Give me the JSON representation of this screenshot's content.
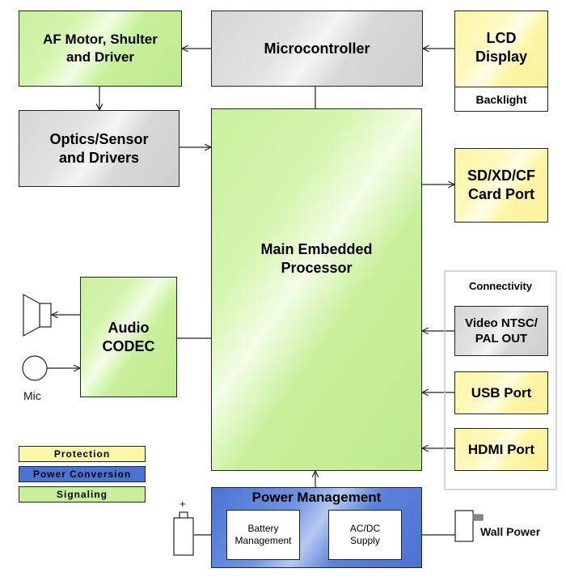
{
  "blocks": {
    "af_motor": "AF Motor, Shulter and Driver",
    "microcontroller": "Microcontroller",
    "lcd_display": "LCD Display",
    "backlight": "Backlight",
    "optics_sensor": "Optics/Sensor and Drivers",
    "main_processor": "Main Embedded Processor",
    "sd_card": "SD/XD/CF Card Port",
    "audio_codec": "Audio CODEC",
    "connectivity": "Connectivity",
    "video_out": "Video NTSC/ PAL OUT",
    "usb_port": "USB Port",
    "hdmi_port": "HDMI Port",
    "power_management": "Power Management",
    "battery_management": "Battery Management",
    "acdc_supply": "AC/DC Supply",
    "wall_power": "Wall Power",
    "mic": "Mic",
    "battery_plus": "+"
  },
  "legend": {
    "protection": "Protection",
    "power_conversion": "Power Conversion",
    "signaling": "Signaling"
  },
  "colors": {
    "protection": "#fdf6a8",
    "power_conversion": "#4a74d3",
    "signaling": "#c8f09b",
    "neutral": "#d6d6d6"
  }
}
